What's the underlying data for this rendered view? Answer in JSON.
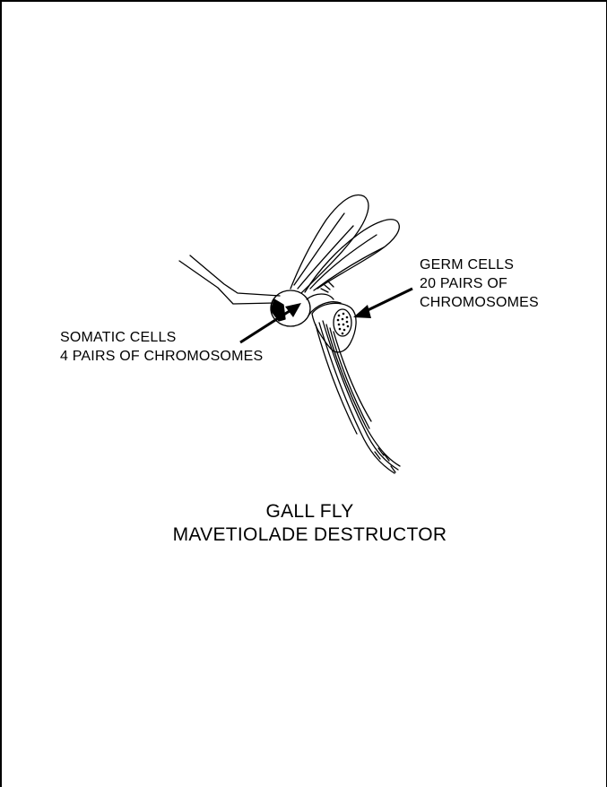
{
  "labels": {
    "germ_line1": "GERM CELLS",
    "germ_line2": "20 PAIRS OF",
    "germ_line3": "CHROMOSOMES",
    "somatic_line1": "SOMATIC CELLS",
    "somatic_line2": "4 PAIRS OF CHROMOSOMES"
  },
  "caption": {
    "line1": "GALL FLY",
    "line2": "MAVETIOLADE DESTRUCTOR"
  },
  "colors": {
    "ink": "#000000",
    "background": "#ffffff"
  },
  "icons": [
    "gall-fly-illustration",
    "germ-cells-arrow",
    "somatic-cells-arrow"
  ]
}
